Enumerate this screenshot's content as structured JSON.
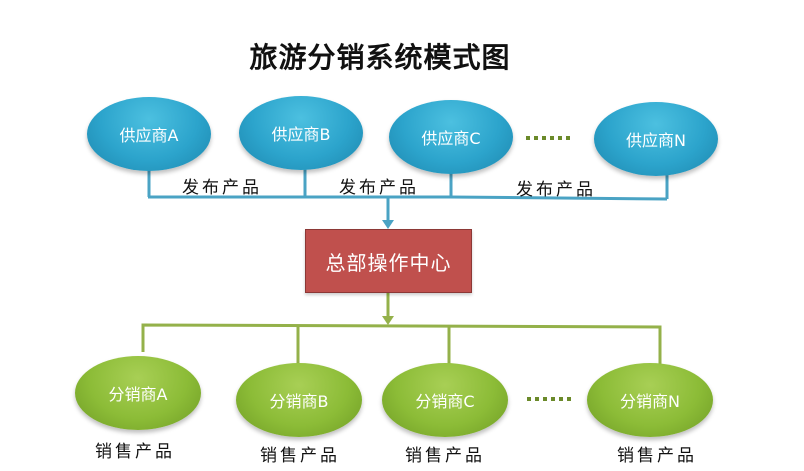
{
  "title": "旅游分销系统模式图",
  "suppliers": [
    {
      "label": "供应商A"
    },
    {
      "label": "供应商B"
    },
    {
      "label": "供应商C"
    },
    {
      "label": "供应商N"
    }
  ],
  "publish_labels": [
    "发布产品",
    "发布产品",
    "发布产品"
  ],
  "ellipsis": "......",
  "headquarters": {
    "label": "总部操作中心"
  },
  "distributors": [
    {
      "label": "分销商A",
      "caption": "销售产品"
    },
    {
      "label": "分销商B",
      "caption": "销售产品"
    },
    {
      "label": "分销商C",
      "caption": "销售产品"
    },
    {
      "label": "分销商N",
      "caption": "销售产品"
    }
  ],
  "colors": {
    "supplier": "#2ca4cc",
    "distributor": "#8cbc37",
    "headquarters": "#c0504d",
    "supplier_line": "#4aa3c4",
    "distributor_line": "#94b14a"
  }
}
